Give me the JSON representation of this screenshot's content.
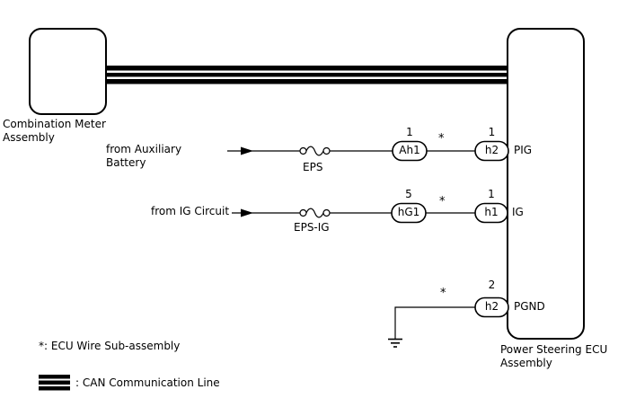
{
  "boxes": {
    "combination_meter_label": "Combination Meter\nAssembly",
    "ecu_label": "Power Steering ECU\nAssembly"
  },
  "rows": [
    {
      "source_label": "from Auxiliary\nBattery",
      "fuse_label": "EPS",
      "pin_a": "1",
      "conn_a": "Ah1",
      "wire_note": "*",
      "pin_b": "1",
      "conn_b": "h2",
      "terminal": "PIG"
    },
    {
      "source_label": "from IG Circuit",
      "fuse_label": "EPS-IG",
      "pin_a": "5",
      "conn_a": "hG1",
      "wire_note": "*",
      "pin_b": "1",
      "conn_b": "h1",
      "terminal": "IG"
    },
    {
      "wire_note": "*",
      "pin_b": "2",
      "conn_b": "h2",
      "terminal": "PGND"
    }
  ],
  "legend": {
    "asterisk_note": "*: ECU Wire Sub-assembly",
    "can_note": ": CAN Communication Line"
  },
  "colors": {
    "line": "#000000",
    "background": "#ffffff"
  }
}
